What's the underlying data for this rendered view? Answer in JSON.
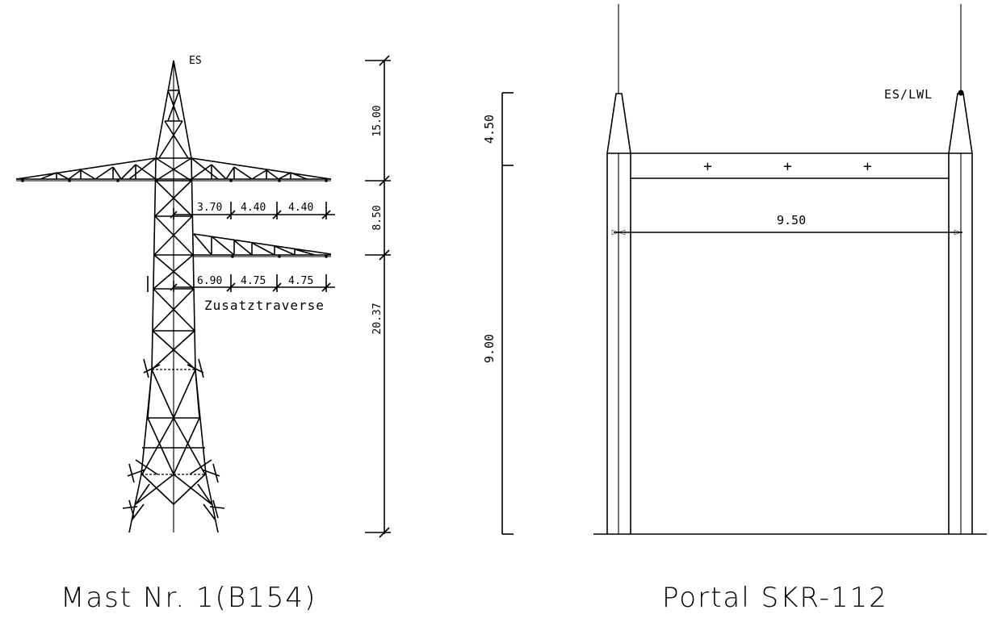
{
  "left_drawing": {
    "title": "Mast Nr. 1(B154)",
    "earth_wire_label": "ES",
    "upper_arm_dims": [
      "3.70",
      "4.40",
      "4.40"
    ],
    "lower_arm_dims": [
      "6.90",
      "4.75",
      "4.75"
    ],
    "extra_crossarm_label": "Zusatztraverse",
    "vertical_dims": [
      "15.00",
      "8.50",
      "20.37"
    ]
  },
  "right_drawing": {
    "title": "Portal SKR-112",
    "earth_wire_label": "ES/LWL",
    "span_dim": "9.50",
    "vertical_dims": [
      "4.50",
      "9.00"
    ],
    "insulator_marks": [
      "+",
      "+",
      "+"
    ]
  }
}
